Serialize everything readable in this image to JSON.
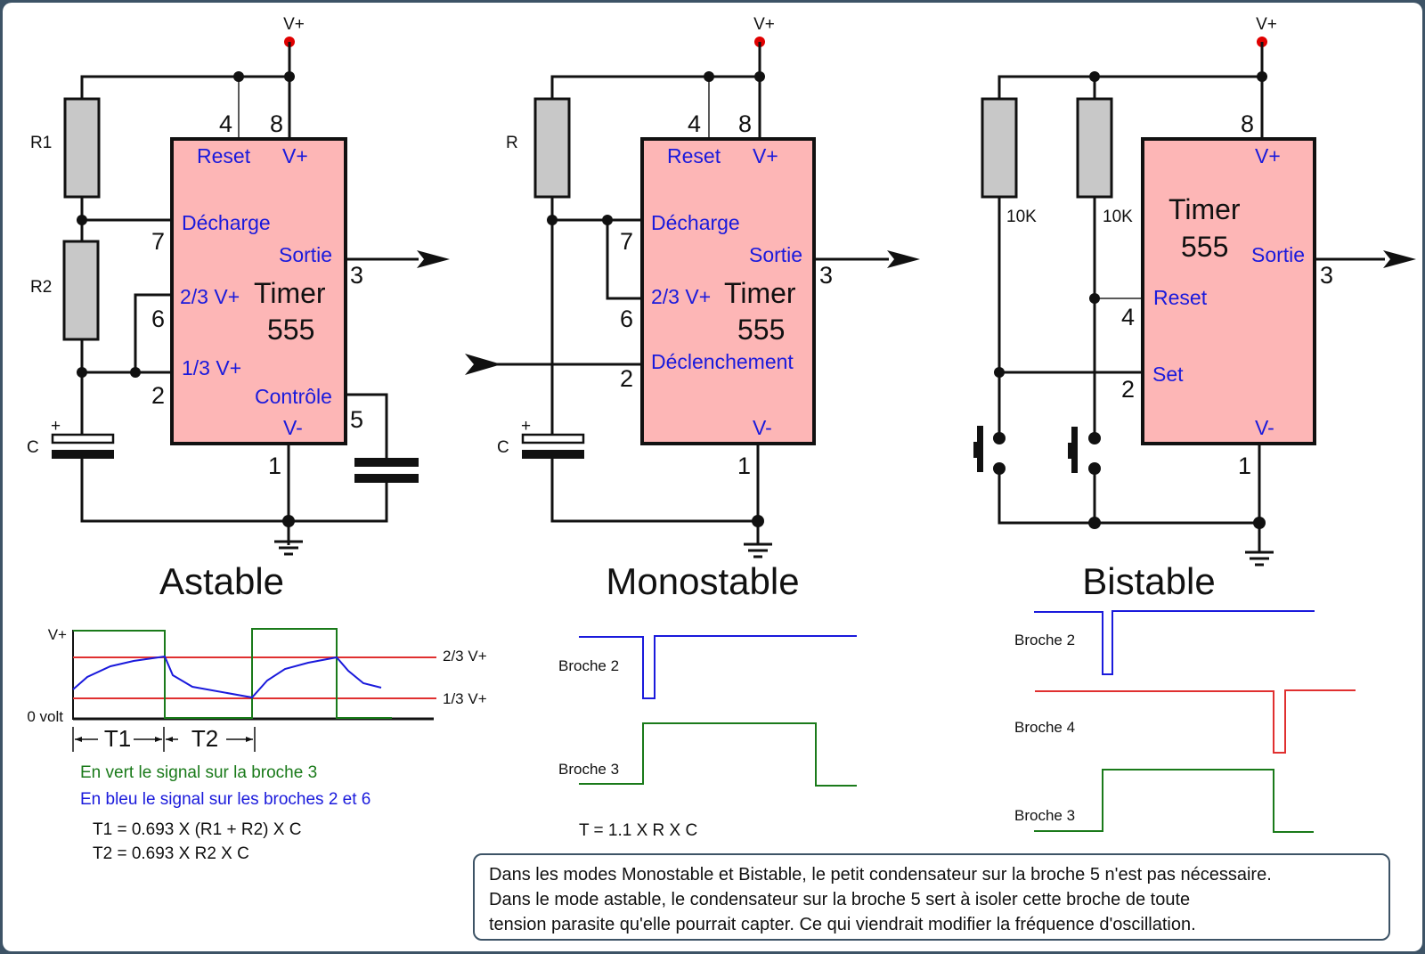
{
  "circuits": {
    "astable": {
      "title": "Astable",
      "supply": "V+",
      "chip_title_1": "Timer",
      "chip_title_2": "555",
      "components": {
        "r1": "R1",
        "r2": "R2",
        "c": "C",
        "plus": "+"
      },
      "pins": {
        "p4": "4",
        "p8": "8",
        "p7": "7",
        "p6": "6",
        "p2": "2",
        "p3": "3",
        "p5": "5",
        "p1": "1"
      },
      "functions": {
        "reset": "Reset",
        "vplus": "V+",
        "decharge": "Décharge",
        "sortie": "Sortie",
        "two_thirds": "2/3 V+",
        "one_third": "1/3 V+",
        "controle": "Contrôle",
        "vminus": "V-"
      }
    },
    "monostable": {
      "title": "Monostable",
      "supply": "V+",
      "chip_title_1": "Timer",
      "chip_title_2": "555",
      "components": {
        "r": "R",
        "c": "C",
        "plus": "+"
      },
      "pins": {
        "p4": "4",
        "p8": "8",
        "p7": "7",
        "p6": "6",
        "p2": "2",
        "p3": "3",
        "p1": "1"
      },
      "functions": {
        "reset": "Reset",
        "vplus": "V+",
        "decharge": "Décharge",
        "sortie": "Sortie",
        "two_thirds": "2/3 V+",
        "declenchement": "Déclenchement",
        "vminus": "V-"
      }
    },
    "bistable": {
      "title": "Bistable",
      "supply": "V+",
      "chip_title_1": "Timer",
      "chip_title_2": "555",
      "components": {
        "r_left": "10K",
        "r_right": "10K"
      },
      "pins": {
        "p8": "8",
        "p3": "3",
        "p4": "4",
        "p2": "2",
        "p1": "1"
      },
      "functions": {
        "vplus": "V+",
        "sortie": "Sortie",
        "reset": "Reset",
        "set": "Set",
        "vminus": "V-"
      }
    }
  },
  "astable_waveform": {
    "y_top": "V+",
    "y_bottom": "0 volt",
    "threshold_high": "2/3 V+",
    "threshold_low": "1/3 V+",
    "t1": "T1",
    "t2": "T2",
    "legend_green": "En vert le signal sur la broche 3",
    "legend_blue": "En bleu le signal sur les broches 2 et 6",
    "formula_t1": "T1 = 0.693 X (R1 + R2) X C",
    "formula_t2": "T2 = 0.693 X R2 X C",
    "colors": {
      "output": "#1a7a1a",
      "capacitor": "#1a1adc",
      "threshold": "#e03030"
    }
  },
  "monostable_waveform": {
    "pin2": "Broche 2",
    "pin3": "Broche 3",
    "formula": "T = 1.1 X R X C"
  },
  "bistable_waveform": {
    "pin2": "Broche 2",
    "pin4": "Broche 4",
    "pin3": "Broche 3"
  },
  "note": {
    "line1": "Dans les modes Monostable et Bistable, le petit condensateur sur la broche 5 n'est pas nécessaire.",
    "line2": "Dans le mode astable, le condensateur sur la broche 5 sert à isoler cette broche de toute",
    "line3": "tension parasite qu'elle pourrait capter. Ce qui viendrait modifier la fréquence d'oscillation."
  }
}
